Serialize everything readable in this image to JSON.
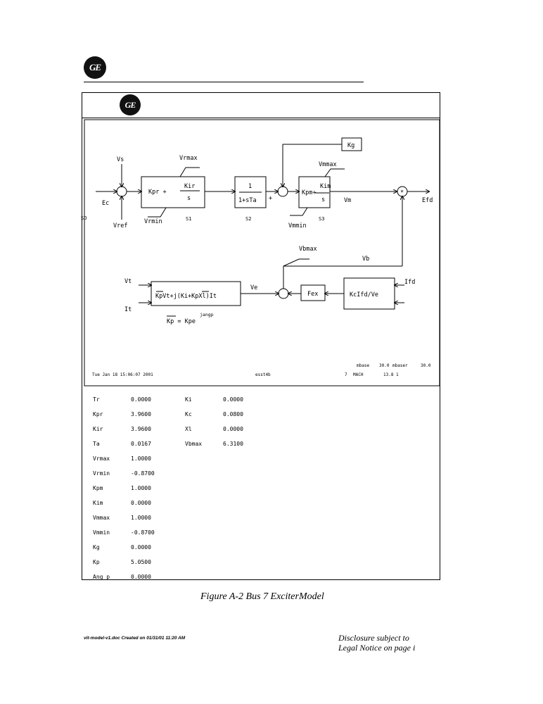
{
  "header": {
    "logo_text": "GE"
  },
  "diagram": {
    "logo_text": "GE",
    "labels": {
      "vs": "Vs",
      "vrmax": "Vrmax",
      "vrmin": "Vrmin",
      "ec": "Ec",
      "vref": "Vref",
      "sd": "SD",
      "kpr": "Kpr  +",
      "kir": "Kir",
      "s_den": "s",
      "s1": "S1",
      "one": "1",
      "lag_den": "1+sTa",
      "s2": "S2",
      "plus": "+",
      "kg": "Kg",
      "vmmax": "Vmmax",
      "kpm": "Kpm+",
      "kim": "Kim",
      "s3_den": "s",
      "vm": "Vm",
      "vmmin": "Vmmin",
      "s3": "S3",
      "mult": "*",
      "efd": "Efd",
      "vbmax": "Vbmax",
      "vb": "Vb",
      "ifd": "Ifd",
      "vt": "Vt",
      "it": "It",
      "ve_block": "KpVt+j(Ki+KpXl)It",
      "ve": "Ve",
      "kp_eq": "Kp = Kpe",
      "jangp": "jangp",
      "fex": "Fex",
      "kcifd": "KcIfd/Ve"
    },
    "status": {
      "datetime": "Tue Jan 18 15:06:07 2001",
      "model": "esst4b",
      "mbase_label": "mbase",
      "mbase_val": "30.0",
      "mbaser_label": "mbaser",
      "mbaser_val": "30.0",
      "bus": "7",
      "mach": "MACH",
      "ref": "13.8 1"
    }
  },
  "parameters": {
    "col1": [
      {
        "name": "Tr",
        "value": "0.0000"
      },
      {
        "name": "Kpr",
        "value": "3.9600"
      },
      {
        "name": "Kir",
        "value": "3.9600"
      },
      {
        "name": "Ta",
        "value": "0.0167"
      },
      {
        "name": "Vrmax",
        "value": "1.0000"
      },
      {
        "name": "Vrmin",
        "value": "-0.8700"
      },
      {
        "name": "Kpm",
        "value": "1.0000"
      },
      {
        "name": "Kim",
        "value": "0.0000"
      },
      {
        "name": "Vmmax",
        "value": "1.0000"
      },
      {
        "name": "Vmmin",
        "value": "-0.8700"
      },
      {
        "name": "Kg",
        "value": "0.0000"
      },
      {
        "name": "Kp",
        "value": "5.0500"
      },
      {
        "name": "Ang_p",
        "value": "0.0000"
      }
    ],
    "col2": [
      {
        "name": "Ki",
        "value": "0.0000"
      },
      {
        "name": "Kc",
        "value": "0.0800"
      },
      {
        "name": "Xl",
        "value": "0.0000"
      },
      {
        "name": "Vbmax",
        "value": "6.3100"
      }
    ]
  },
  "caption": "Figure A-2 Bus 7 ExciterModel",
  "footer": {
    "left": "vit-model-v1.doc Created on 01/31/01 11:20 AM",
    "right_line1": "Disclosure subject to",
    "right_line2": "Legal Notice on page i"
  }
}
